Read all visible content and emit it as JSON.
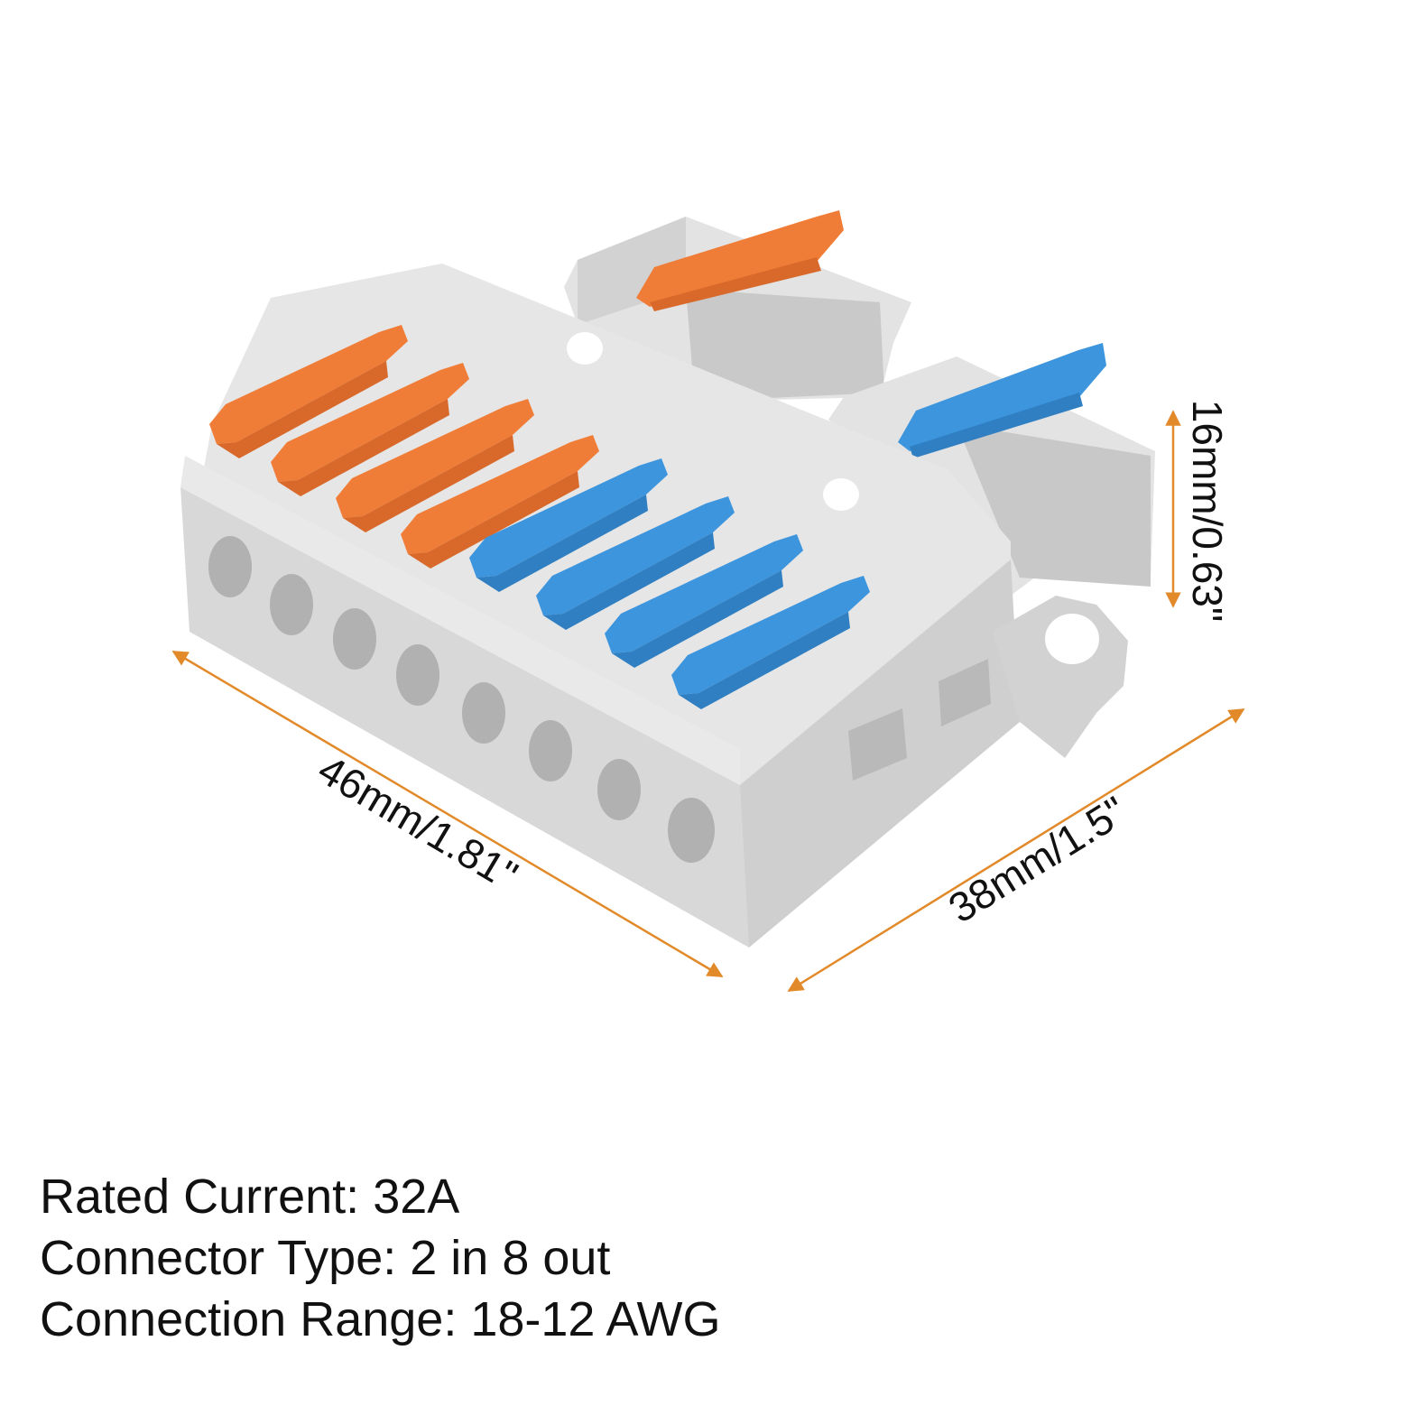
{
  "dimensions": {
    "length": "46mm/1.81\"",
    "width": "38mm/1.5\"",
    "height": "16mm/0.63\""
  },
  "specs": [
    {
      "label": "Rated Current",
      "value": "32A"
    },
    {
      "label": "Connector Type",
      "value": "2 in 8 out"
    },
    {
      "label": "Connection Range",
      "value": "18-12 AWG"
    }
  ],
  "colors": {
    "body": "#d6d6d6",
    "lever_orange": "#f07d37",
    "lever_blue": "#3d95dd",
    "dimension_line": "#e28a2a"
  }
}
